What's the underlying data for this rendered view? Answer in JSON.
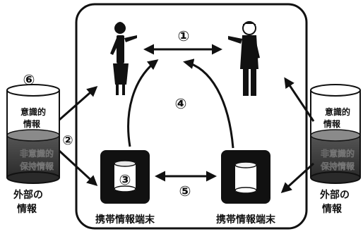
{
  "markers": {
    "m1": "①",
    "m2": "②",
    "m3": "③",
    "m4": "④",
    "m5": "⑤",
    "m6": "⑥"
  },
  "cylinders": {
    "left": {
      "top_line1": "意識的",
      "top_line2": "情報",
      "bottom_line1": "非意識的",
      "bottom_line2": "保持情報"
    },
    "right": {
      "top_line1": "意識的",
      "top_line2": "情報",
      "bottom_line1": "非意識的",
      "bottom_line2": "保持情報"
    }
  },
  "external_left": {
    "line1": "外部の",
    "line2": "情報"
  },
  "external_right": {
    "line1": "外部の",
    "line2": "情報"
  },
  "terminals": {
    "left": "携帯情報端末",
    "right": "携帯情報端末"
  },
  "colors": {
    "ink": "#111111",
    "liquid_dark": "#3a3a3a",
    "liquid_light": "#bdbdbd",
    "frame": "#111111"
  }
}
